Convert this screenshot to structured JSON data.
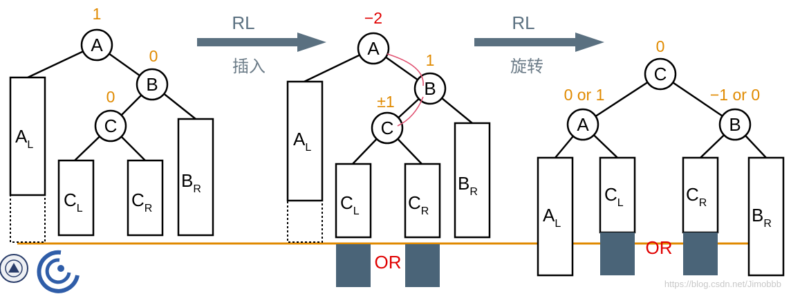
{
  "nodes": {
    "A": "A",
    "B": "B",
    "C": "C"
  },
  "subtrees": {
    "AL_main": "A",
    "AL_sub": "L",
    "BR_main": "B",
    "BR_sub": "R",
    "CL_main": "C",
    "CL_sub": "L",
    "CR_main": "C",
    "CR_sub": "R"
  },
  "balance": {
    "t1_A": "1",
    "t1_B": "0",
    "t1_C": "0",
    "t2_A": "−2",
    "t2_B": "1",
    "t2_C": "±1",
    "t3_C": "0",
    "t3_A": "0 or 1",
    "t3_B": "−1 or 0"
  },
  "arrows": {
    "first_top": "RL",
    "first_bottom": "插入",
    "second_top": "RL",
    "second_bottom": "旋转"
  },
  "or_label": "OR",
  "watermark": "https://blog.csdn.net/Jimobbb",
  "colors": {
    "balance_factor": "#e08a00",
    "or_text": "#e00000",
    "baseline": "#e08a00",
    "shaded_box": "#4a6478",
    "arrow": "#5a7080",
    "curve": "#e05070"
  }
}
